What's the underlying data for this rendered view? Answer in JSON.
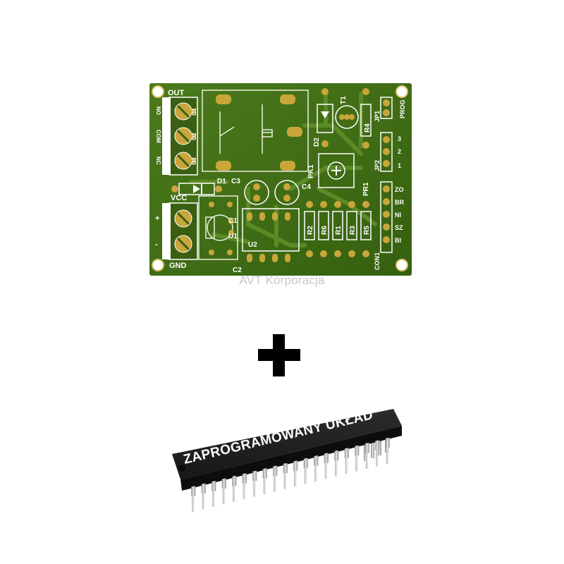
{
  "watermark": "AVT Korporacja",
  "chip": {
    "label": "ZAPROGRAMOWANY UKŁAD"
  },
  "pcb": {
    "silkscreen": {
      "out": "OUT",
      "vcc": "VCC",
      "gnd": "GND",
      "no": "NO",
      "com": "COM",
      "nc": "NC",
      "plus": "+",
      "minus": "-",
      "o1": "O1",
      "o2": "O2",
      "o3": "O3",
      "d1": "D1",
      "d2": "D2",
      "c1": "C1",
      "c2": "C2",
      "c3": "C3",
      "c4": "C4",
      "u1": "U1",
      "u2": "U2",
      "pk1": "PK1",
      "pr1": "PR1",
      "t1": "T1",
      "r1": "R1",
      "r2": "R2",
      "r3": "R3",
      "r4": "R4",
      "r5": "R5",
      "r6": "R6",
      "jp1": "JP1",
      "jp2": "JP2",
      "prog": "PROG",
      "con1": "CON1",
      "n1": "1",
      "n2": "2",
      "n3": "3",
      "zo": "ZO",
      "br": "BR",
      "ni": "NI",
      "sz": "SZ",
      "bi": "BI"
    }
  },
  "colors": {
    "pcb_green": "#3f6a15",
    "pad_gold": "#c9a63a",
    "chip_body": "#1e1e1e",
    "pin_silver": "#b9b9b9",
    "watermark_gray": "#c8c8c8"
  }
}
